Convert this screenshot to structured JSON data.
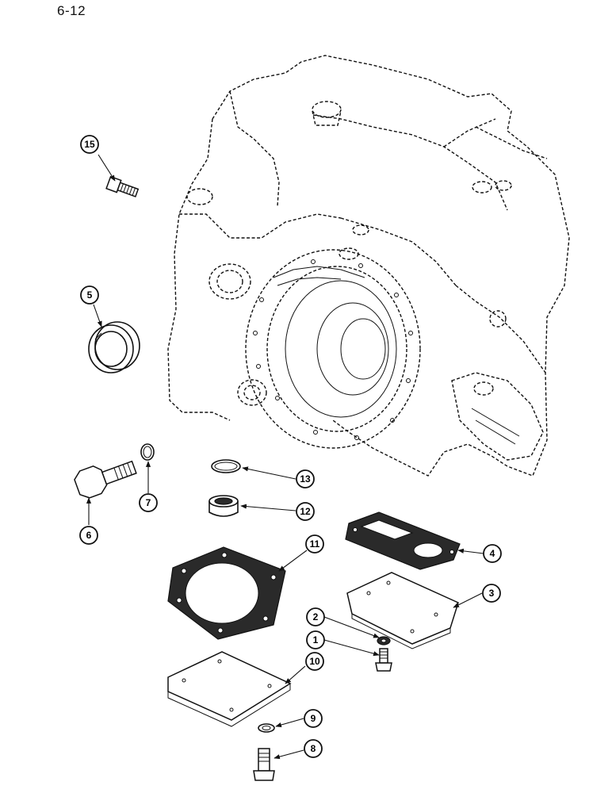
{
  "page": {
    "number": "6-12"
  },
  "callouts": [
    {
      "id": "c1",
      "label": "1",
      "part": "bolt-small"
    },
    {
      "id": "c2",
      "label": "2",
      "part": "washer-small"
    },
    {
      "id": "c3",
      "label": "3",
      "part": "cover-plate-right"
    },
    {
      "id": "c4",
      "label": "4",
      "part": "gasket-right"
    },
    {
      "id": "c5",
      "label": "5",
      "part": "seal-ring"
    },
    {
      "id": "c6",
      "label": "6",
      "part": "hex-bolt-large"
    },
    {
      "id": "c7",
      "label": "7",
      "part": "o-ring-small"
    },
    {
      "id": "c8",
      "label": "8",
      "part": "bolt-bottom"
    },
    {
      "id": "c9",
      "label": "9",
      "part": "washer-bottom"
    },
    {
      "id": "c10",
      "label": "10",
      "part": "cover-plate-left"
    },
    {
      "id": "c11",
      "label": "11",
      "part": "gasket-left"
    },
    {
      "id": "c12",
      "label": "12",
      "part": "plug"
    },
    {
      "id": "c13",
      "label": "13",
      "part": "o-ring-large"
    },
    {
      "id": "c15",
      "label": "15",
      "part": "bolt-top"
    }
  ],
  "colors": {
    "ink": "#111111",
    "paper": "#ffffff"
  }
}
